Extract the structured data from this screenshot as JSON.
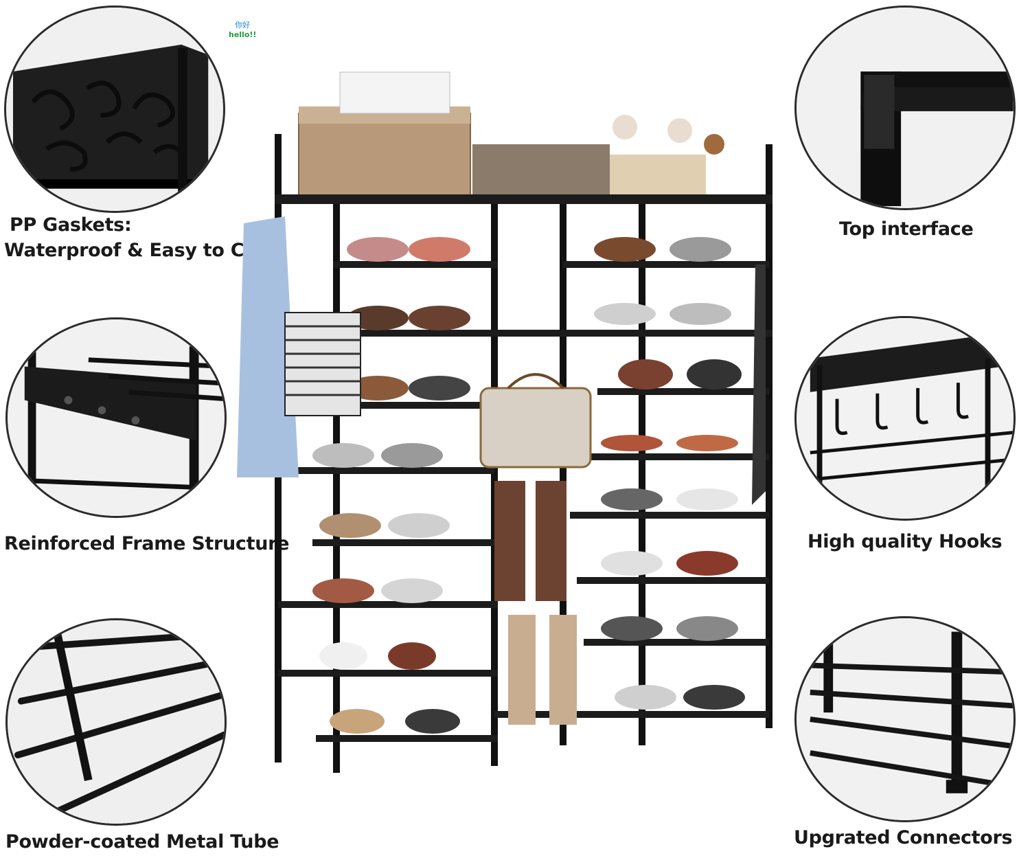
{
  "watermark": {
    "line1": "你好",
    "line2": "hello!!"
  },
  "features": {
    "pp_gaskets": {
      "line1": "PP Gaskets:",
      "line2": "Waterproof & Easy to Clean"
    },
    "top_interface": "Top interface",
    "reinforced_frame": "Reinforced Frame Structure",
    "hooks": "High quality Hooks",
    "metal_tube": "Powder-coated Metal Tube",
    "connectors": "Upgrated Connectors"
  },
  "colors": {
    "frame": "#111111",
    "shelf": "#1c1c1c",
    "circle_bg": "#ececec",
    "text": "#1a1a1a",
    "watermark_cn": "#1e88e5",
    "watermark_en": "#1b9e3a"
  }
}
